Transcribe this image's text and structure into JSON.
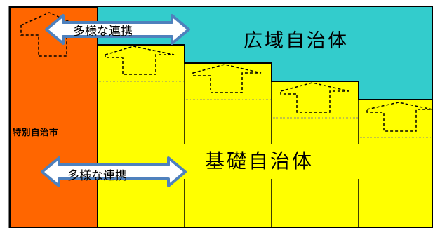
{
  "labels": {
    "regional": "広域自治体",
    "basic": "基礎自治体",
    "special_city": "特別自治市"
  },
  "arrows": {
    "top": "多様な連携",
    "bottom": "多様な連携"
  },
  "colors": {
    "orange": "#ff6600",
    "teal": "#33cccc",
    "yellow": "#ffff00",
    "arrow_fill": "#ffffff",
    "arrow_stroke": "#4f81bd",
    "border": "#000000"
  },
  "icons": [
    "house-outline-icon"
  ]
}
